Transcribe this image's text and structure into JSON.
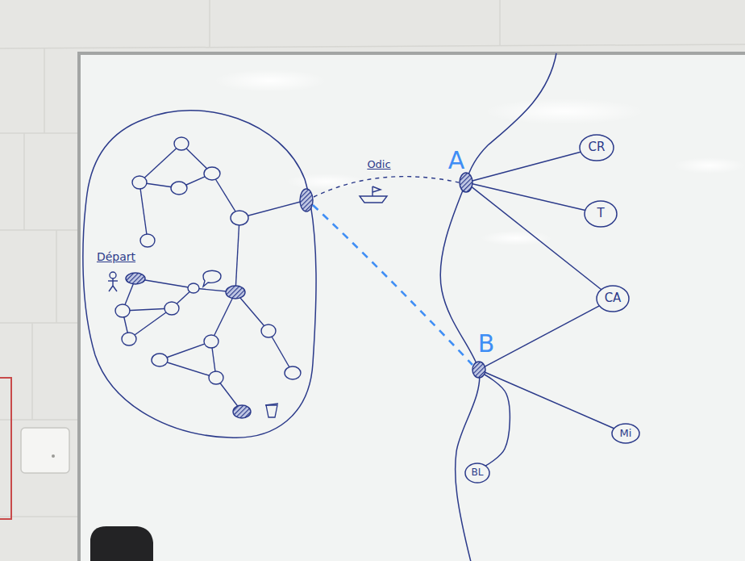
{
  "diagram": {
    "nodes": [
      {
        "text": [
          "Départ"
        ]
      },
      {
        "text": [
          "A"
        ]
      },
      {
        "text": [
          "CR"
        ]
      },
      {
        "text": [
          "T"
        ]
      },
      {
        "text": [
          "CA"
        ]
      },
      {
        "text": [
          "B"
        ]
      },
      {
        "text": [
          "Mi"
        ]
      },
      {
        "text": [
          "BL"
        ]
      }
    ],
    "edges": [
      {
        "from": 1,
        "to": 2,
        "arrow": "none"
      },
      {
        "from": 1,
        "to": 3,
        "arrow": "none"
      },
      {
        "from": 1,
        "to": 4,
        "arrow": "none"
      },
      {
        "from": 4,
        "to": 5,
        "arrow": "none"
      },
      {
        "from": 5,
        "to": 6,
        "arrow": "none"
      },
      {
        "from": 5,
        "to": 7,
        "arrow": "none"
      }
    ],
    "labels": [
      "Odic"
    ]
  }
}
